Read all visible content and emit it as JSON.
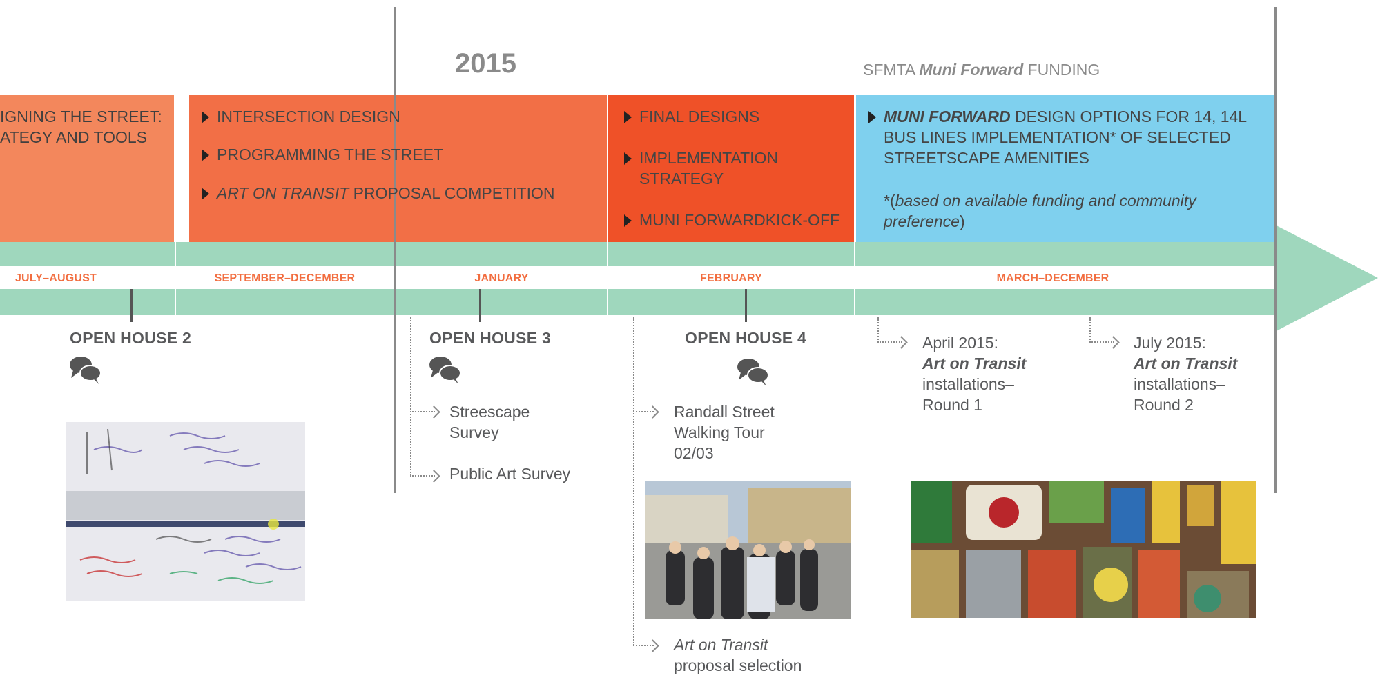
{
  "header": {
    "year": "2015",
    "funding_prefix": "SFMTA ",
    "funding_em": "Muni Forward",
    "funding_suffix": " FUNDING"
  },
  "phases": {
    "p1": {
      "line1": "IGNING THE STREET:",
      "line2": "ATEGY AND TOOLS"
    },
    "p2": {
      "b1": "INTERSECTION DESIGN",
      "b2": "PROGRAMMING THE STREET",
      "b3_em": "ART ON TRANSIT",
      "b3_rest": " PROPOSAL COMPETITION"
    },
    "p3": {
      "b1": "FINAL DESIGNS",
      "b2": "IMPLEMENTATION STRATEGY",
      "b3": "MUNI FORWARDKICK-OFF"
    },
    "p4": {
      "b1_em": "MUNI FORWARD",
      "b1_rest": " DESIGN OPTIONS FOR 14, 14L BUS LINES IMPLEMENTATION* OF SELECTED STREETSCAPE AMENITIES",
      "footnote_pre": "*(",
      "footnote_em": "based on available funding and community preference",
      "footnote_post": ")"
    }
  },
  "dates": [
    "JULY–AUGUST",
    "SEPTEMBER–DECEMBER",
    "JANUARY",
    "FEBRUARY",
    "MARCH–DECEMBER"
  ],
  "events": {
    "oh2": "OPEN HOUSE 2",
    "oh3": "OPEN HOUSE 3",
    "oh4": "OPEN HOUSE 4",
    "streetscape": "Streescape Survey",
    "public_art": "Public Art Survey",
    "randall": "Randall Street Walking Tour 02/03",
    "proposal_em": "Art on Transit",
    "proposal_rest": "proposal selection",
    "april_date": "April 2015:",
    "april_em": "Art on Transit",
    "april_rest": "installations– Round 1",
    "july_date": "July 2015:",
    "july_em": "Art on Transit",
    "july_rest": "installations– Round 2"
  },
  "colors": {
    "phase1": "#f3875c",
    "phase2": "#f26f46",
    "phase3": "#ef5128",
    "phase4": "#7fd0ee",
    "band": "#9fd7bd",
    "date_text": "#f26d3f",
    "icon": "#555555"
  },
  "icons": [
    "speech-bubbles-icon",
    "arrow-right-icon"
  ]
}
